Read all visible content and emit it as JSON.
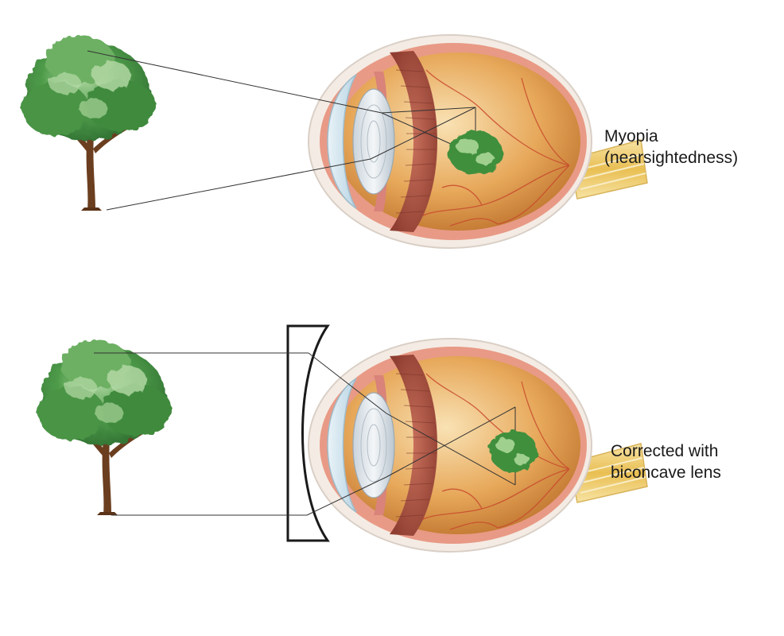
{
  "panels": {
    "top": {
      "caption_line1": "Myopia",
      "caption_line2": "(nearsightedness)"
    },
    "bottom": {
      "caption_line1": "Corrected with",
      "caption_line2": "biconcave lens"
    }
  },
  "colors": {
    "foliage": "#3f8f3e",
    "foliage_light": "#8cc37a",
    "trunk": "#6b3e1f",
    "sclera_outer": "#f4e9df",
    "choroid": "#e7a08f",
    "vitreous": "#c77a2f",
    "vitreous_light": "#f6d49a",
    "ciliary": "#9e4a3a",
    "cornea": "#cfe3ee",
    "lens": "#dfe6ec",
    "optic_nerve": "#f3d27a",
    "ray": "#333333",
    "concave_lens_stroke": "#1a1a1a"
  },
  "icons": {
    "tree": "tree-icon",
    "eye": "eye-cross-section-icon",
    "lens": "biconcave-lens-icon"
  }
}
